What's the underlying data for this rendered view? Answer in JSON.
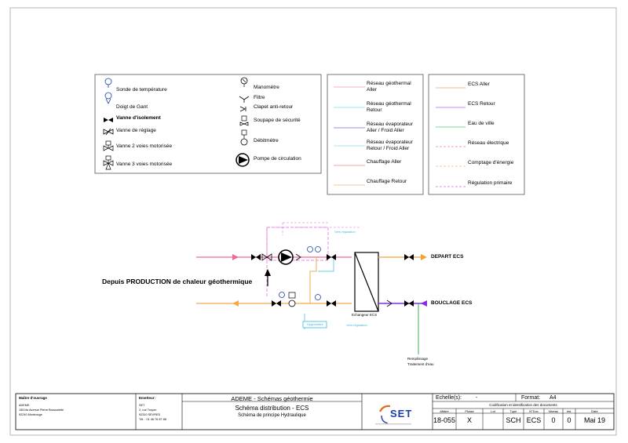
{
  "legend_symbols": [
    {
      "label": "Sonde de température",
      "icon": "temperature-probe-icon"
    },
    {
      "label": "Doigt de Gant",
      "icon": "thermowell-icon"
    },
    {
      "label": "Vanne d'isolement",
      "icon": "isolation-valve-icon"
    },
    {
      "label": "Vanne de réglage",
      "icon": "balancing-valve-icon"
    },
    {
      "label": "Vanne 2 voies motorisée",
      "icon": "two-way-motorized-valve-icon"
    },
    {
      "label": "Vanne 3 voies motorisée",
      "icon": "three-way-motorized-valve-icon"
    }
  ],
  "legend_symbols_right": [
    {
      "label": "Manomètre",
      "icon": "manometer-icon"
    },
    {
      "label": "Filtre",
      "icon": "filter-icon"
    },
    {
      "label": "Clapet anti-retour",
      "icon": "check-valve-icon"
    },
    {
      "label": "Soupape de sécurité",
      "icon": "safety-valve-icon"
    },
    {
      "label": "Débitmètre",
      "icon": "flowmeter-icon"
    },
    {
      "label": "Pompe de circulation",
      "icon": "circulation-pump-icon"
    }
  ],
  "legend_lines_a": [
    {
      "label": "Réseau géothermal Aller",
      "color": "#f4b6c2"
    },
    {
      "label": "Réseau géothermal Retour",
      "color": "#9fe3f2"
    },
    {
      "label": "Réseau évaporateur Aller / Froid Aller",
      "color": "#9a8ee6"
    },
    {
      "label": "Réseau évaporateur Retour / Froid Aller",
      "color": "#a8e6f5"
    },
    {
      "label": "Chauffage Aller",
      "color": "#f2a3a3"
    },
    {
      "label": "Chauffage Retour",
      "color": "#f7c89a"
    }
  ],
  "legend_lines_b": [
    {
      "label": "ECS Aller",
      "color": "#f7b98a"
    },
    {
      "label": "ECS Retour",
      "color": "#c38ef0"
    },
    {
      "label": "Eau de ville",
      "color": "#7fd59b"
    },
    {
      "label": "Réseau électrique",
      "color": "#f2a3a3"
    },
    {
      "label": "Comptage d'énergie",
      "color": "#f7d27a"
    },
    {
      "label": "Régulation primaire",
      "color": "#e28ee8"
    }
  ],
  "diagram": {
    "source_label": "Depuis PRODUCTION de chaleur géothermique",
    "depart_label": "DEPART ECS",
    "bouclage_label": "BOUCLAGE ECS",
    "exchanger_label": "Echangeur ECS",
    "hygrometer_label": "Hygromètre",
    "small_label_top": "Vers régulation",
    "small_label_bottom": "Vers régulation",
    "refill_label_1": "Remplissage",
    "refill_label_2": "Traitement d'eau",
    "colors": {
      "primary_aller": "#f0679a",
      "primary_retour": "#f7a84a",
      "ecs_aller": "#f7b05a",
      "ecs_retour": "#8a2be2",
      "regulation": "#e36be0",
      "cyan": "#35b9e0",
      "city_water": "#2aa84a"
    }
  },
  "title_block": {
    "owner_heading": "Maître d'ouvrage",
    "owner_lines": [
      "ADEME",
      "155 bis Avenue Pierre Brossolette",
      "92240 Montrouge"
    ],
    "issuer_heading": "Emetteur:",
    "issuer_lines": [
      "SET",
      "2, rue Troyon",
      "92310 SEVRES",
      "Tél. : 01 46 76 87 88"
    ],
    "project_title": "ADEME - Schémas géothermie",
    "drawing_title": "Schéma distribution - ECS",
    "drawing_subtitle": "Schéma de principe Hydraulique",
    "logo_text": "SET",
    "scale_label": "Echelle(s):",
    "scale_value": "-",
    "format_label": "Format:",
    "format_value": "A4",
    "coding_label": "Codification et identification des documents",
    "columns": [
      "Affaire",
      "Phase",
      "Lot",
      "Type",
      "N°Doc",
      "Niveau",
      "Ind.",
      "Date"
    ],
    "values": [
      "18-055",
      "X",
      "",
      "SCH",
      "ECS",
      "0",
      "0",
      "Mai 19"
    ]
  }
}
